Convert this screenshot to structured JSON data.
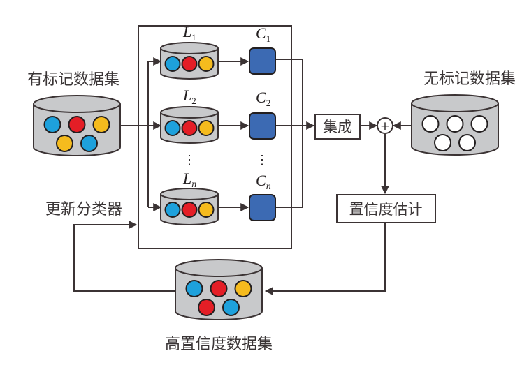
{
  "title": "半监督集成分类器自训练流程",
  "labels": {
    "labeled_dataset": "有标记数据集",
    "unlabeled_dataset": "无标记数据集",
    "update_classifier": "更新分类器",
    "high_confidence_dataset": "高置信度数据集",
    "ensemble": "集成",
    "confidence_estimation": "置信度估计",
    "combine_symbol": "+",
    "vertical_ellipsis": "⋮"
  },
  "subsets": [
    {
      "name": "L",
      "sub": "1",
      "sub_italic": false,
      "samples": [
        "blue",
        "red",
        "yellow"
      ]
    },
    {
      "name": "L",
      "sub": "2",
      "sub_italic": false,
      "samples": [
        "blue",
        "red",
        "yellow"
      ]
    },
    {
      "name": "L",
      "sub": "n",
      "sub_italic": true,
      "samples": [
        "blue",
        "red",
        "yellow"
      ]
    }
  ],
  "classifiers": [
    {
      "name": "C",
      "sub": "1",
      "sub_italic": false
    },
    {
      "name": "C",
      "sub": "2",
      "sub_italic": false
    },
    {
      "name": "C",
      "sub": "n",
      "sub_italic": true
    }
  ],
  "datasets": {
    "labeled": {
      "samples": [
        [
          "blue",
          "red",
          "yellow"
        ],
        [
          "yellow",
          "blue"
        ]
      ]
    },
    "unlabeled": {
      "samples": [
        [
          "white",
          "white",
          "white"
        ],
        [
          "white",
          "white"
        ]
      ]
    },
    "high_confidence": {
      "samples": [
        [
          "blue",
          "red",
          "yellow"
        ],
        [
          "red",
          "blue"
        ]
      ]
    }
  },
  "colors": {
    "blue": "#1ea1dc",
    "red": "#e41e26",
    "yellow": "#f5bb1e",
    "white": "#ffffff",
    "cylinder_fill": "#c8c9cb",
    "classifier_fill": "#3c6ab3",
    "stroke": "#3b3334"
  }
}
